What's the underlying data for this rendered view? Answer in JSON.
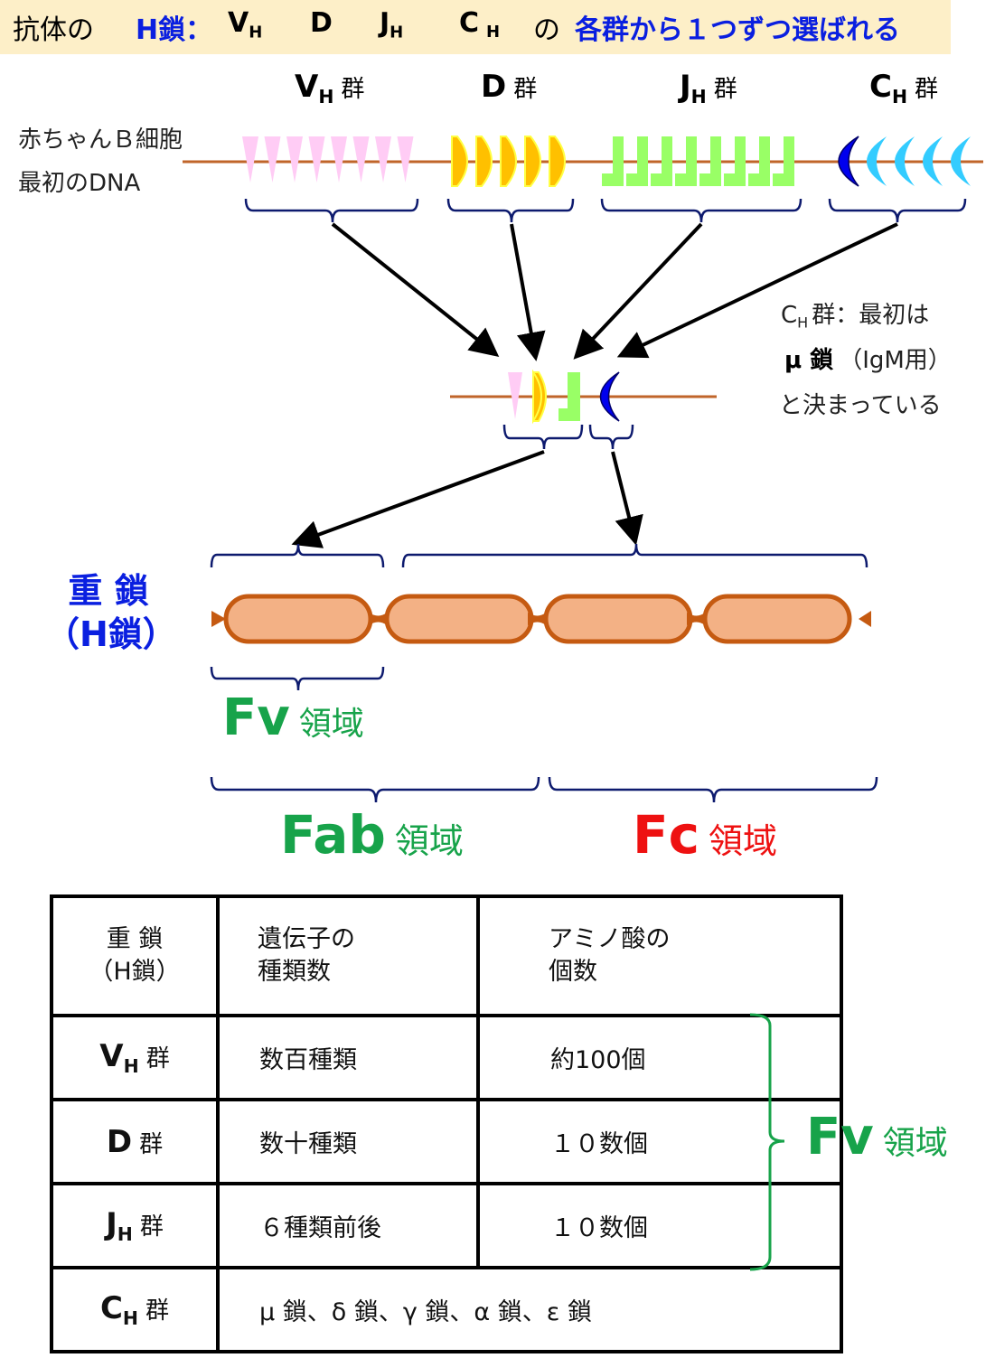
{
  "title": {
    "prefix": "抗体の",
    "chain": "H鎖：",
    "segments": [
      {
        "letter": "V",
        "sub": "H"
      },
      {
        "letter": "D",
        "sub": ""
      },
      {
        "letter": "J",
        "sub": "H"
      },
      {
        "letter": "C",
        "sub": "H"
      }
    ],
    "connector": "の",
    "suffix": "各群から１つずつ選ばれる"
  },
  "groups": [
    {
      "letter": "V",
      "sub": "H",
      "kanji": "群"
    },
    {
      "letter": "D",
      "sub": "",
      "kanji": "群"
    },
    {
      "letter": "J",
      "sub": "H",
      "kanji": "群"
    },
    {
      "letter": "C",
      "sub": "H",
      "kanji": "群"
    }
  ],
  "dna_label": {
    "line1": "赤ちゃんＢ細胞",
    "line2": "最初のDNA"
  },
  "segment_counts": {
    "V": 8,
    "D": 5,
    "J": 8,
    "C": 5
  },
  "colors": {
    "v_segment": "#ffccf5",
    "d_segment": "#ffc000",
    "d_outline": "#ffff44",
    "j_segment": "#99ff66",
    "c_mu": "#0000ee",
    "c_other": "#33ccff",
    "dna_line": "#c0652a",
    "bracket": "#0d1a6e",
    "domain_fill": "#f3b185",
    "domain_stroke": "#c55a11",
    "fv_green": "#17a34a",
    "fc_red": "#ee1111",
    "title_bg": "#fdefc8",
    "accent_blue": "#0a1fe0"
  },
  "ch_note": {
    "line1_prefix": "C",
    "line1_sub": "H",
    "line1_suffix": "群：最初は",
    "line2_bold": "μ 鎖",
    "line2_rest": "（IgM用）",
    "line3": "と決まっている"
  },
  "heavy_chain_label": {
    "line1": "重 鎖",
    "line2": "（H鎖）"
  },
  "regions": {
    "fv": {
      "abbr": "Fv",
      "kanji": "領域"
    },
    "fab": {
      "abbr": "Fab",
      "kanji": "領域"
    },
    "fc": {
      "abbr": "Fc",
      "kanji": "領域"
    }
  },
  "table": {
    "header": {
      "col0_line1": "重 鎖",
      "col0_line2": "（H鎖）",
      "col1_line1": "遺伝子の",
      "col1_line2": "種類数",
      "col2_line1": "アミノ酸の",
      "col2_line2": "個数"
    },
    "rows": [
      {
        "letter": "V",
        "sub": "H",
        "kanji": "群",
        "gene_types": "数百種類",
        "amino_acids": "約100個"
      },
      {
        "letter": "D",
        "sub": "",
        "kanji": "群",
        "gene_types": "数十種類",
        "amino_acids": "１０数個"
      },
      {
        "letter": "J",
        "sub": "H",
        "kanji": "群",
        "gene_types": "６種類前後",
        "amino_acids": "１０数個"
      },
      {
        "letter": "C",
        "sub": "H",
        "kanji": "群",
        "span_text": "μ 鎖、δ 鎖、γ 鎖、α 鎖、ε 鎖"
      }
    ],
    "side_label": {
      "abbr": "Fv",
      "kanji": "領域"
    }
  }
}
